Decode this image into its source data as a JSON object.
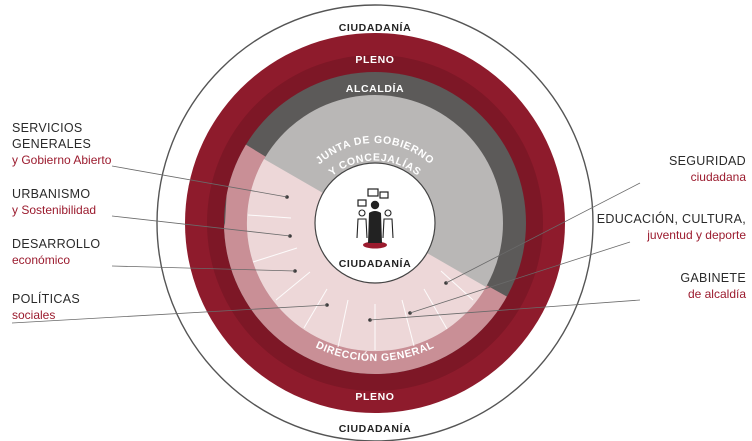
{
  "rings": {
    "outer": "CIUDADANÍA",
    "pleno": "PLENO",
    "alcaldia": "ALCALDÍA",
    "junta_line1": "JUNTA DE GOBIERNO",
    "junta_line2": "Y CONCEJALÍAS",
    "direccion": "DIRECCIÓN GENERAL",
    "center": "CIUDADANÍA"
  },
  "left_labels": [
    {
      "title_line1": "SERVICIOS",
      "title_line2": "GENERALES",
      "subtitle": "y Gobierno Abierto"
    },
    {
      "title_line1": "URBANISMO",
      "subtitle": "y Sostenibilidad"
    },
    {
      "title_line1": "DESARROLLO",
      "subtitle": "económico"
    },
    {
      "title_line1": "POLÍTICAS",
      "subtitle": "sociales"
    }
  ],
  "right_labels": [
    {
      "title_line1": "SEGURIDAD",
      "subtitle": "ciudadana"
    },
    {
      "title_line1": "EDUCACIÓN, CULTURA,",
      "subtitle": "juventud y deporte"
    },
    {
      "title_line1": "GABINETE",
      "subtitle": "de alcaldía"
    }
  ],
  "colors": {
    "maroon": "#8e1b2c",
    "dark_gray": "#5c5a59",
    "light_gray": "#b9b7b6",
    "pink": "#edd7d8",
    "accent_text": "#9b1b2e"
  },
  "icons": [
    "people-speech-icon"
  ]
}
